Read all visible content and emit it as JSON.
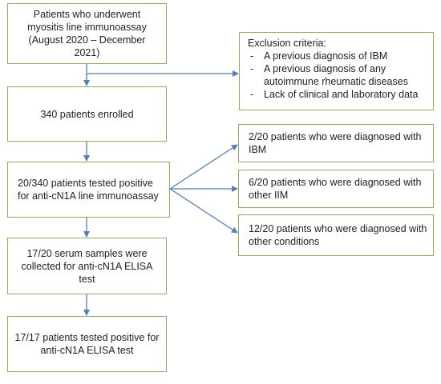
{
  "boxes": {
    "patients_underwent": "Patients who underwent myositis line immunoassay (August 2020 – December 2021)",
    "enrolled": "340 patients enrolled",
    "tested_positive_line": "20/340 patients tested positive for anti-cN1A line immunoassay",
    "serum_collected": "17/20 serum samples were collected for anti-cN1A ELISA test",
    "tested_positive_elisa": "17/17 patients tested positive for anti-cN1A ELISA test",
    "diagnosed_ibm": "2/20 patients who were diagnosed with IBM",
    "diagnosed_other_iim": "6/20 patients who were diagnosed with other IIM",
    "diagnosed_other_conditions": "12/20 patients who were diagnosed with other conditions"
  },
  "exclusion": {
    "title": "Exclusion criteria:",
    "items": [
      "A previous diagnosis of IBM",
      "A previous diagnosis of any autoimmune rheumatic diseases",
      "Lack of clinical and laboratory data"
    ]
  },
  "colors": {
    "box_border": "#8fb05a",
    "arrow": "#4f7fbf",
    "text": "#222222"
  }
}
